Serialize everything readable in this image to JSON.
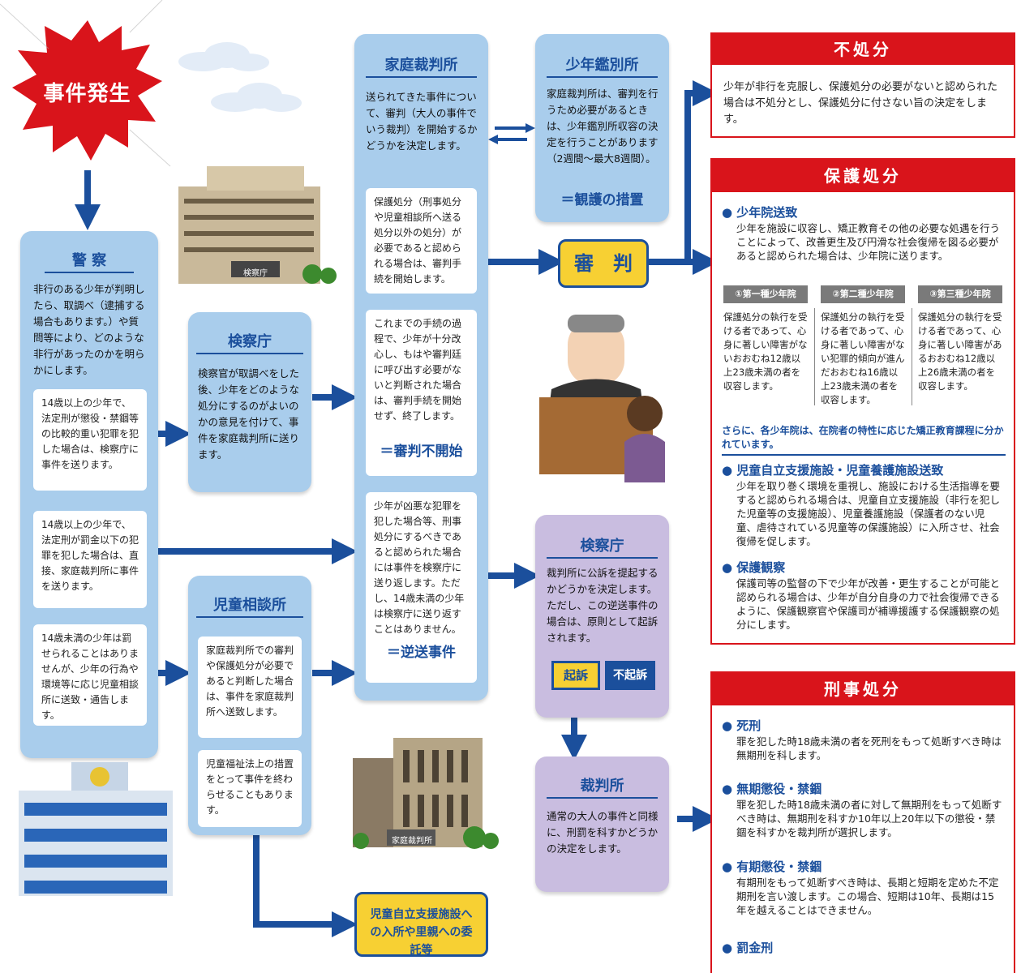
{
  "incident": {
    "label": "事件発生"
  },
  "police": {
    "title": "警 察",
    "text": "非行のある少年が判明したら、取調べ（逮捕する場合もあります。）や質問等により、どのような非行があったのかを明らかにします。",
    "case1": "14歳以上の少年で、法定刑が懲役・禁錮等の比較的重い犯罪を犯した場合は、検察庁に事件を送ります。",
    "case2": "14歳以上の少年で、法定刑が罰金以下の犯罪を犯した場合は、直接、家庭裁判所に事件を送ります。",
    "case3": "14歳未満の少年は罰せられることはありませんが、少年の行為や環境等に応じ児童相談所に送致・通告します。"
  },
  "building_labels": {
    "prosecutor": "検察庁",
    "family_court": "家庭裁判所"
  },
  "prosecutor1": {
    "title": "検察庁",
    "text": "検察官が取調べをした後、少年をどのような処分にするのがよいのかの意見を付けて、事件を家庭裁判所に送ります。"
  },
  "child_center": {
    "title": "児童相談所",
    "text1": "家庭裁判所での審判や保護処分が必要であると判断した場合は、事件を家庭裁判所へ送致します。",
    "text2": "児童福祉法上の措置をとって事件を終わらせることもあります。"
  },
  "family_court": {
    "title": "家庭裁判所",
    "text": "送られてきた事件について、審判（大人の事件でいう裁判）を開始するかどうかを決定します。",
    "box1": "保護処分（刑事処分や児童相談所へ送る処分以外の処分）が必要であると認められる場合は、審判手続を開始します。",
    "box2": "これまでの手続の過程で、少年が十分改心し、もはや審判廷に呼び出す必要がないと判断された場合は、審判手続を開始せず、終了します。",
    "box2_label": "＝審判不開始",
    "box3": "少年が凶悪な犯罪を犯した場合等、刑事処分にするべきであると認められた場合には事件を検察庁に送り返します。ただし、14歳未満の少年は検察庁に送り返すことはありません。",
    "box3_label": "＝逆送事件"
  },
  "detention": {
    "title": "少年鑑別所",
    "text": "家庭裁判所は、審判を行うため必要があるときは、少年鑑別所収容の決定を行うことがあります（2週間～最大8週間）。",
    "label": "＝観護の措置"
  },
  "hearing": {
    "label": "審　判"
  },
  "prosecutor2": {
    "title": "検察庁",
    "text": "裁判所に公訴を提起するかどうかを決定します。ただし、この逆送事件の場合は、原則として起訴されます。",
    "indict": "起訴",
    "no_indict": "不起訴"
  },
  "court": {
    "title": "裁判所",
    "text": "通常の大人の事件と同様に、刑罰を科すかどうかの決定をします。"
  },
  "child_facility": {
    "label": "児童自立支援施設への入所や里親への委託等"
  },
  "no_disposition": {
    "title": "不処分",
    "text": "少年が非行を克服し、保護処分の必要がないと認められた場合は不処分とし、保護処分に付さない旨の決定をします。"
  },
  "protective": {
    "title": "保護処分",
    "s1_head": "● 少年院送致",
    "s1_text": "少年を施設に収容し、矯正教育その他の必要な処遇を行うことによって、改善更生及び円滑な社会復帰を図る必要があると認められた場合は、少年院に送ります。",
    "cols": [
      {
        "head": "①第一種少年院",
        "text": "保護処分の執行を受ける者であって、心身に著しい障害がないおおむね12歳以上23歳未満の者を収容します。"
      },
      {
        "head": "②第二種少年院",
        "text": "保護処分の執行を受ける者であって、心身に著しい障害がない犯罪的傾向が進んだおおむね16歳以上23歳未満の者を収容します。"
      },
      {
        "head": "③第三種少年院",
        "text": "保護処分の執行を受ける者であって、心身に著しい障害があるおおむね12歳以上26歳未満の者を収容します。"
      }
    ],
    "note": "さらに、各少年院は、在院者の特性に応じた矯正教育課程に分かれています。",
    "s2_head": "● 児童自立支援施設・児童養護施設送致",
    "s2_text": "少年を取り巻く環境を重視し、施設における生活指導を要すると認められる場合は、児童自立支援施設（非行を犯した児童等の支援施設）、児童養護施設（保護者のない児童、虐待されている児童等の保護施設）に入所させ、社会復帰を促します。",
    "s3_head": "● 保護観察",
    "s3_text": "保護司等の監督の下で少年が改善・更生することが可能と認められる場合は、少年が自分自身の力で社会復帰できるように、保護観察官や保護司が補導援護する保護観察の処分にします。"
  },
  "criminal": {
    "title": "刑事処分",
    "s1_head": "● 死刑",
    "s1_text": "罪を犯した時18歳未満の者を死刑をもって処断すべき時は無期刑を科します。",
    "s2_head": "● 無期懲役・禁錮",
    "s2_text": "罪を犯した時18歳未満の者に対して無期刑をもって処断すべき時は、無期刑を科すか10年以上20年以下の懲役・禁錮を科すかを裁判所が選択します。",
    "s3_head": "● 有期懲役・禁錮",
    "s3_text": "有期刑をもって処断すべき時は、長期と短期を定めた不定期刑を言い渡します。この場合、短期は10年、長期は15年を越えることはできません。",
    "s4_head": "● 罰金刑"
  }
}
